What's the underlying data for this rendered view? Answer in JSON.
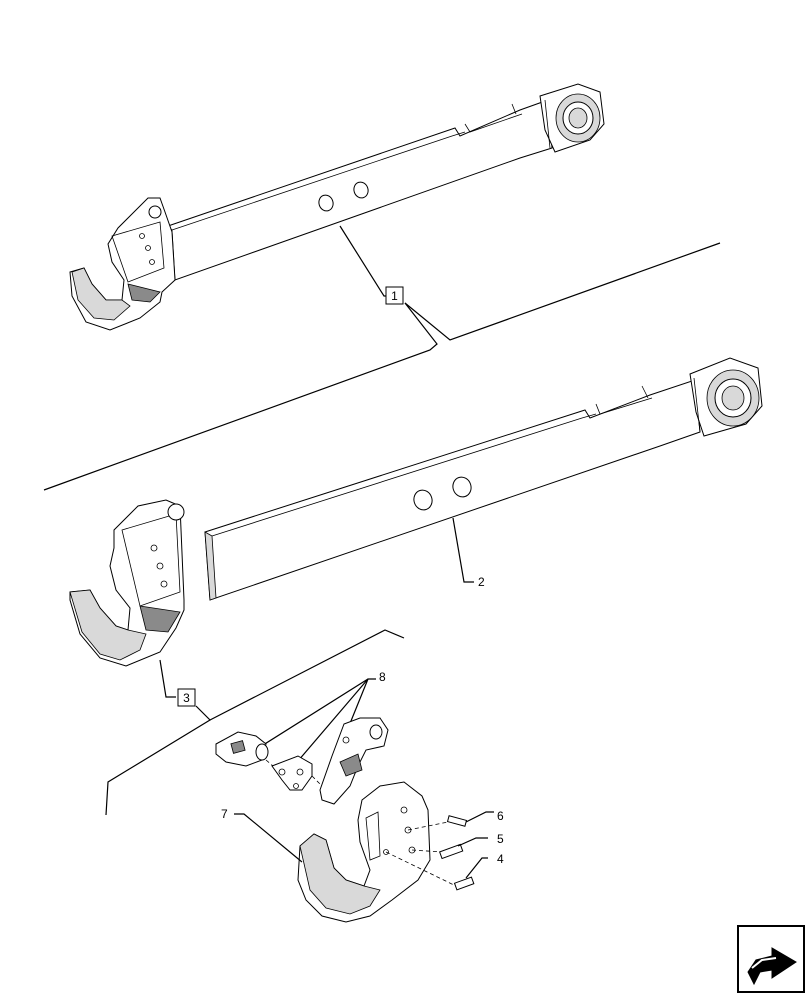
{
  "callouts": {
    "c1": "1",
    "c2": "2",
    "c3": "3",
    "c4": "4",
    "c5": "5",
    "c6": "6",
    "c7": "7",
    "c8": "8"
  },
  "icons": {
    "nav": "next-page-arrow-icon"
  }
}
